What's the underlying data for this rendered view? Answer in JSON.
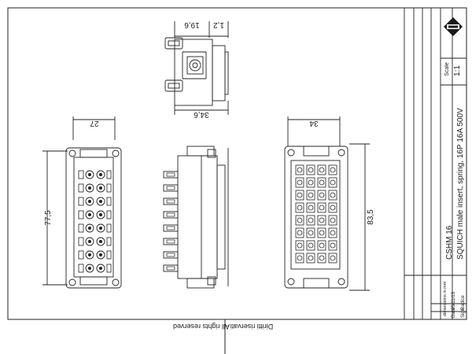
{
  "drawing": {
    "dimensions": {
      "top_width": "19,6",
      "top_small": "1,2",
      "top_overall": "34,6",
      "left_width": "27",
      "left_height": "77,5",
      "right_width": "34",
      "right_height": "83,5"
    },
    "footer": {
      "rights_it": "Diritti riservati",
      "rights_en": "All rights reserved"
    }
  },
  "title_block": {
    "scale_label": "Scale",
    "scale_value": "1:1",
    "product_code": "CSHM 16",
    "product_description": "SQUICH male insert, spring, 16P 16A 500V",
    "dimensions_note": "dimensions in mm",
    "date_label": "Date",
    "date_value": "05/11/13",
    "sign_label": "Sign.",
    "sign_value": "Radice"
  }
}
